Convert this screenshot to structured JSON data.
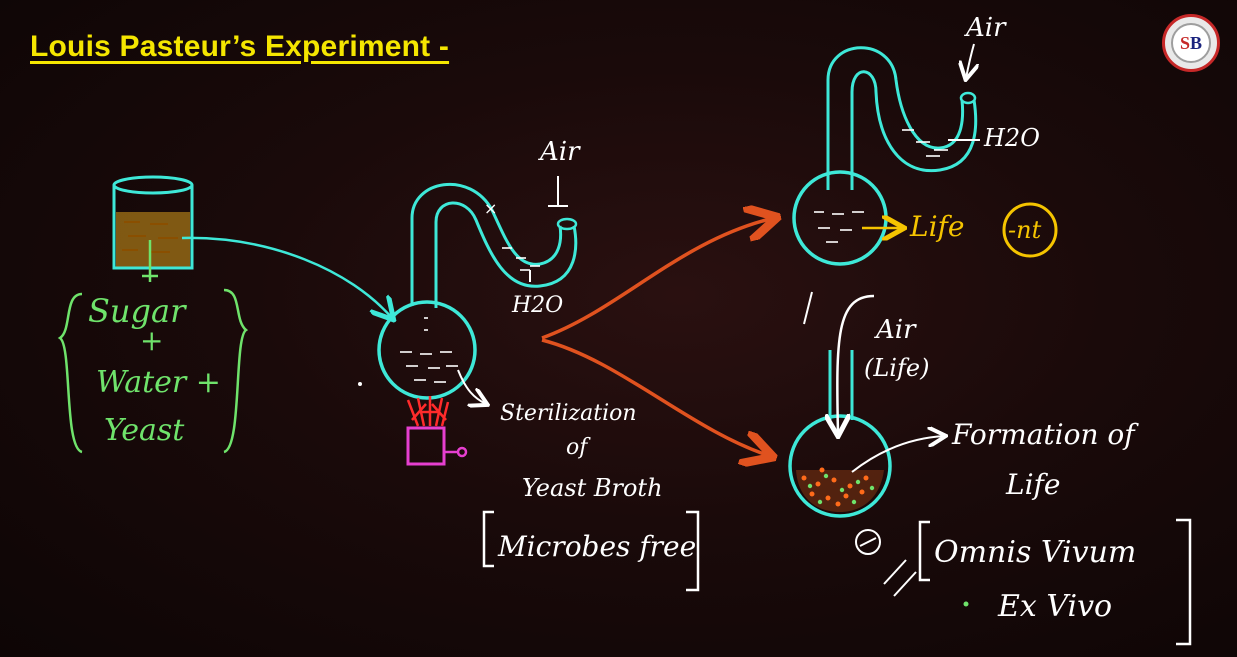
{
  "title": "Louis Pasteur’s Experiment -",
  "logo": {
    "text_s": "S",
    "text_b": "B"
  },
  "colors": {
    "title": "#f5e600",
    "flask": "#3ee8d8",
    "sugar_note": "#6fe36b",
    "annotation": "#ffffff",
    "arrow_main": "#e0521f",
    "arrow_cyan": "#3ee8d8",
    "life_yellow": "#f5c400",
    "heater_pink": "#e63fd0",
    "flame_red": "#ff2b2b",
    "broth": "#d79a1c"
  },
  "beaker": {
    "ingredients": [
      "Sugar",
      "+",
      "Water +",
      "Yeast"
    ]
  },
  "center_flask": {
    "air_label": "Air",
    "water_label": "H2O",
    "sterilization": [
      "Sterilization",
      "of",
      "Yeast Broth"
    ],
    "microbes_free": "Microbes free"
  },
  "top_flask": {
    "air_label": "Air",
    "water_label": "H2O",
    "life_label": "Life",
    "life_result": "-nt"
  },
  "bottom_flask": {
    "air_label": "Air",
    "air_sub": "(Life)",
    "formation": [
      "Formation of",
      "Life"
    ],
    "conclusion": [
      "Omnis Vivum",
      "Ex Vivo"
    ]
  }
}
